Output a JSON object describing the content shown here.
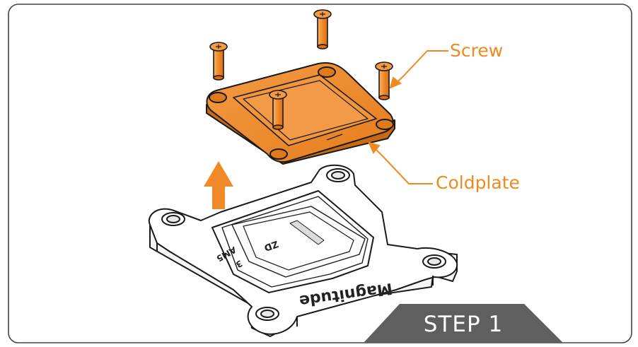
{
  "labels": {
    "screw": "Screw",
    "coldplate": "Coldplate"
  },
  "badge": {
    "step": "STEP 1"
  },
  "engravings": {
    "brand": "Magnitude",
    "model": "3",
    "code": "AM5",
    "chip": "ZD"
  },
  "colors": {
    "accent": "#ee8a1e",
    "copper": "#f0892a",
    "badge": "#5f5f5f",
    "border": "#444444"
  },
  "icons": {
    "arrow": "up-arrow-icon"
  }
}
